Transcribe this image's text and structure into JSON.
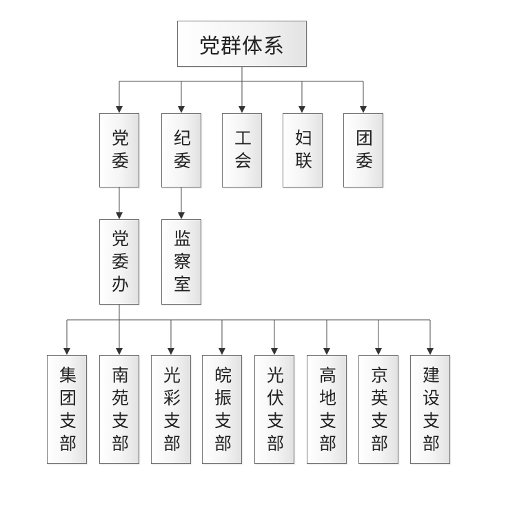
{
  "root": {
    "label": "党群体系"
  },
  "level1": [
    {
      "label": "党委"
    },
    {
      "label": "纪委"
    },
    {
      "label": "工会"
    },
    {
      "label": "妇联"
    },
    {
      "label": "团委"
    }
  ],
  "level2": [
    {
      "label": "党委办"
    },
    {
      "label": "监察室"
    }
  ],
  "level3": [
    {
      "label": "集团支部"
    },
    {
      "label": "南苑支部"
    },
    {
      "label": "光彩支部"
    },
    {
      "label": "皖振支部"
    },
    {
      "label": "光伏支部"
    },
    {
      "label": "高地支部"
    },
    {
      "label": "京英支部"
    },
    {
      "label": "建设支部"
    }
  ],
  "colors": {
    "border": "#707070",
    "connector": "#4a4a4a",
    "text": "#222222"
  }
}
